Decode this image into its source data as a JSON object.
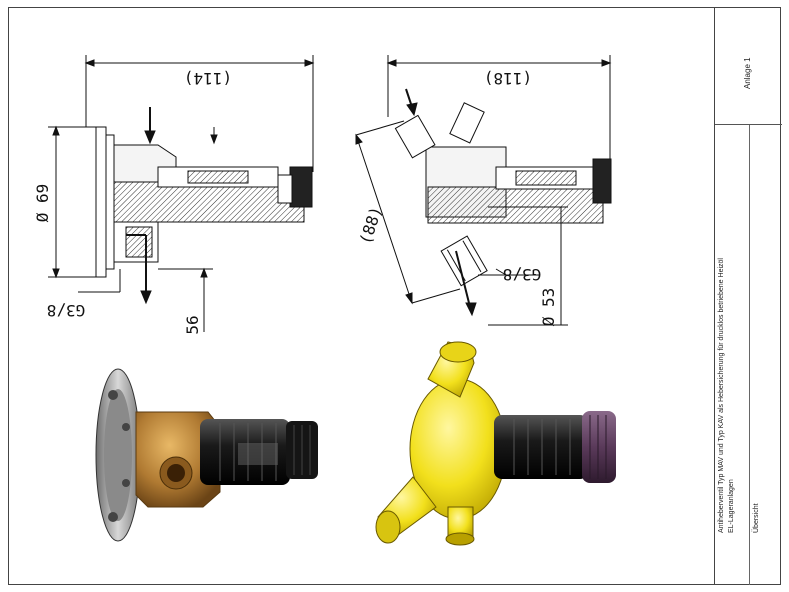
{
  "drawing": {
    "left_view": {
      "dim_114": "(114)",
      "dim_dia69": "Ø 69",
      "dim_g38": "G3/8",
      "dim_56": "56"
    },
    "right_view": {
      "dim_118": "(118)",
      "dim_88": "(88)",
      "dim_g38": "G3/8",
      "dim_dia53": "Ø 53"
    }
  },
  "title_block": {
    "sheet_label": "Anlage 1",
    "title_line1": "Antiheberventil Typ MAV und Typ KAV als Hebersicherung für drucklos betriebene Heizöl",
    "title_line2": "EL-Lageranlagen",
    "subtitle": "Übersicht"
  },
  "colors": {
    "brass": "#b07a32",
    "yellow_valve": "#f2e01c",
    "purple_cap": "#5a3a5a",
    "dark_body": "#1c1c1c",
    "steel": "#9a9a9a"
  }
}
